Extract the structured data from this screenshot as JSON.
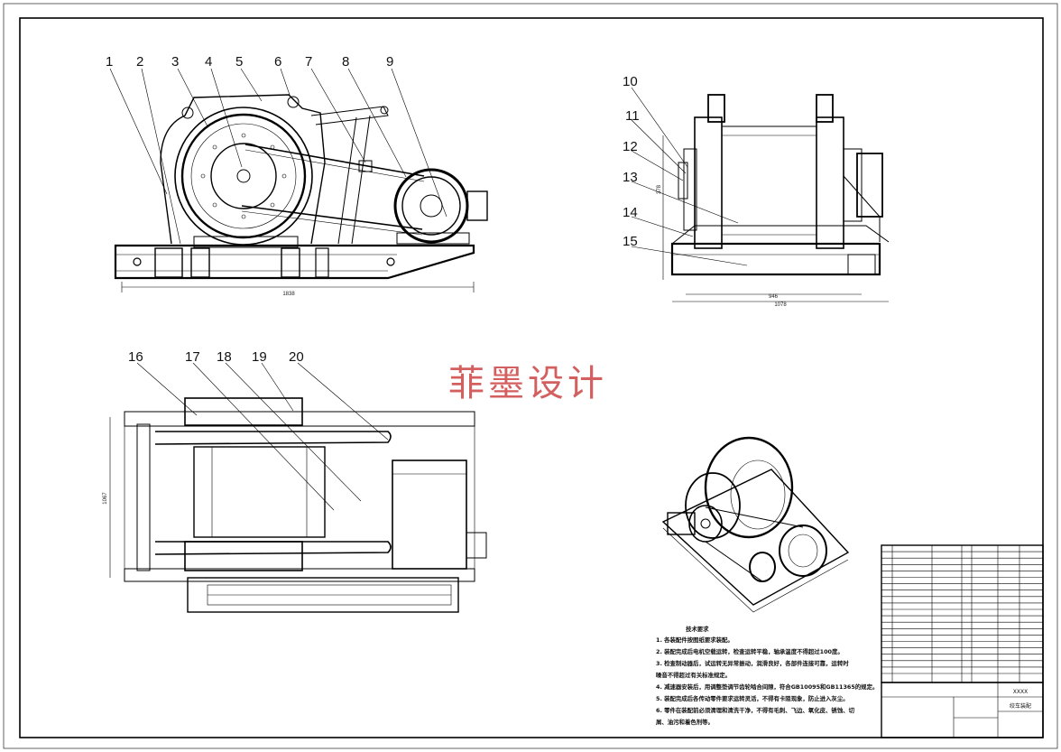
{
  "watermark": "菲墨设计",
  "callouts": [
    "1",
    "2",
    "3",
    "4",
    "5",
    "6",
    "7",
    "8",
    "9",
    "10",
    "11",
    "12",
    "13",
    "14",
    "15",
    "16",
    "17",
    "18",
    "19",
    "20"
  ],
  "dimensions": {
    "front_width": "1838",
    "side_width_inner": "946",
    "side_width_outer": "1078",
    "side_height": "378",
    "top_height": "1067"
  },
  "tech_requirements": {
    "title": "技术要求",
    "lines": [
      "1. 各装配件按图纸要求装配。",
      "2. 装配完成后电机空载运转，检查运转平稳，轴承温度不得超过100度。",
      "3. 检查制动器后，试运转无异常振动，润滑良好，各部件连接可靠，运转时",
      "   噪音不得超过有关标准规定。",
      "4. 减速器安装后，用调整垫调节齿轮啮合间隙，符合GB10095和GB11365的规定。",
      "5. 装配完成后各传动零件要求运转灵活，不得有卡阻现象，防止进入灰尘。",
      "6. 零件在装配前必须清理和清洗干净，不得有毛刺、飞边、氧化皮、锈蚀、切",
      "   屑、油污和着色剂等。"
    ]
  },
  "title_block": {
    "drawing_code": "XXXX",
    "drawing_name": "绞车装配",
    "bom_rows": 20
  }
}
